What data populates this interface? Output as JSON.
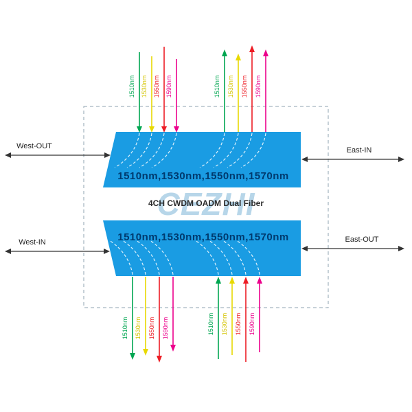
{
  "diagram": {
    "title": "4CH CWDM OADM Dual Fiber",
    "watermark": "CEZHI",
    "top_device_band": "1510nm,1530nm,1550nm,1570nm",
    "bottom_device_band": "1510nm,1530nm,1550nm,1570nm",
    "ports": {
      "west_out": "West-OUT",
      "east_in": "East-IN",
      "west_in": "West-IN",
      "east_out": "East-OUT"
    },
    "channels": [
      "1510nm",
      "1530nm",
      "1550nm",
      "1590nm"
    ],
    "colors": {
      "channel_green": "#00a651",
      "channel_yellow": "#e8d900",
      "channel_red": "#ed1c24",
      "channel_magenta": "#ec008c",
      "device_fill": "#1a9ce3",
      "band_text": "#003a6e",
      "watermark": "#abd0e6",
      "arrow_line": "#333333",
      "dashed_border": "#8fa3b0"
    }
  }
}
